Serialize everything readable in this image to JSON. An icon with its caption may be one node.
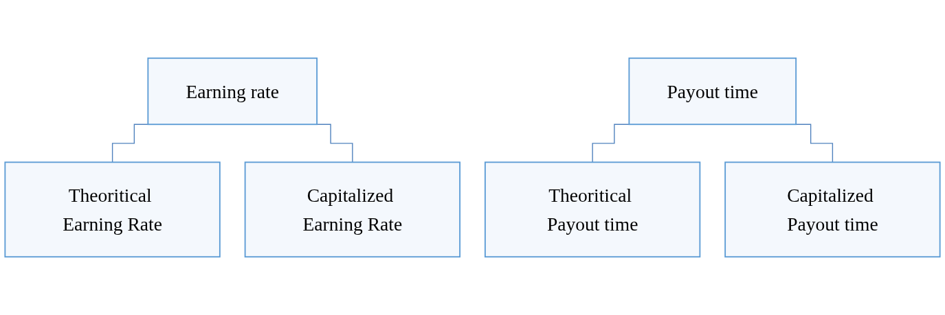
{
  "diagram": {
    "nodes": [
      {
        "text": [
          "Earning rate"
        ]
      },
      {
        "text": [
          "Theoritical Earning Rate"
        ]
      },
      {
        "text": [
          "Capitalized Earning Rate"
        ]
      },
      {
        "text": [
          "Payout time"
        ]
      },
      {
        "text": [
          "Theoritical Payout time"
        ]
      },
      {
        "text": [
          "Capitalized Payout time"
        ]
      }
    ],
    "edges": [
      {
        "from": 0,
        "to": 1,
        "arrow": "none"
      },
      {
        "from": 0,
        "to": 2,
        "arrow": "none"
      },
      {
        "from": 3,
        "to": 4,
        "arrow": "none"
      },
      {
        "from": 3,
        "to": 5,
        "arrow": "none"
      }
    ]
  }
}
